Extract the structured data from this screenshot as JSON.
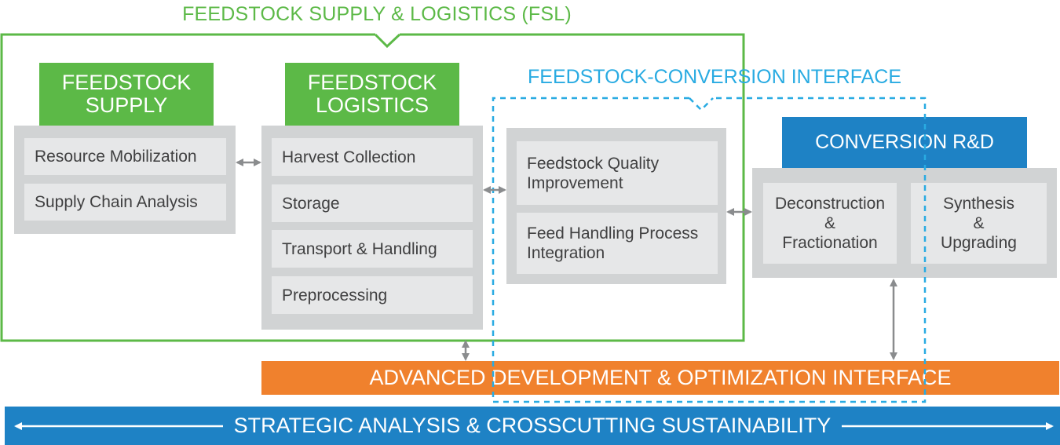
{
  "fsl": {
    "title": "FEEDSTOCK SUPPLY & LOGISTICS (FSL)"
  },
  "feedstock_supply": {
    "header_line1": "FEEDSTOCK",
    "header_line2": "SUPPLY",
    "items": [
      "Resource Mobilization",
      "Supply Chain Analysis"
    ]
  },
  "feedstock_logistics": {
    "header_line1": "FEEDSTOCK",
    "header_line2": "LOGISTICS",
    "items": [
      "Harvest Collection",
      "Storage",
      "Transport & Handling",
      "Preprocessing"
    ]
  },
  "fci": {
    "title": "FEEDSTOCK-CONVERSION INTERFACE",
    "items": [
      {
        "line1": "Feedstock Quality",
        "line2": "Improvement"
      },
      {
        "line1": "Feed Handling Process",
        "line2": "Integration"
      }
    ]
  },
  "conversion": {
    "header": "CONVERSION R&D",
    "items": [
      {
        "line1": "Deconstruction",
        "line2": "&",
        "line3": "Fractionation"
      },
      {
        "line1": "Synthesis",
        "line2": "&",
        "line3": "Upgrading"
      }
    ]
  },
  "adoi": {
    "label": "ADVANCED DEVELOPMENT & OPTIMIZATION INTERFACE"
  },
  "sacs": {
    "label": "STRATEGIC ANALYSIS & CROSSCUTTING SUSTAINABILITY"
  },
  "colors": {
    "green": "#5cb947",
    "gray_panel": "#d1d3d4",
    "gray_item": "#e6e7e8",
    "blue": "#1e82c5",
    "light_blue": "#29abe2",
    "orange": "#f0812d",
    "arrow_gray": "#8a8c8e"
  }
}
